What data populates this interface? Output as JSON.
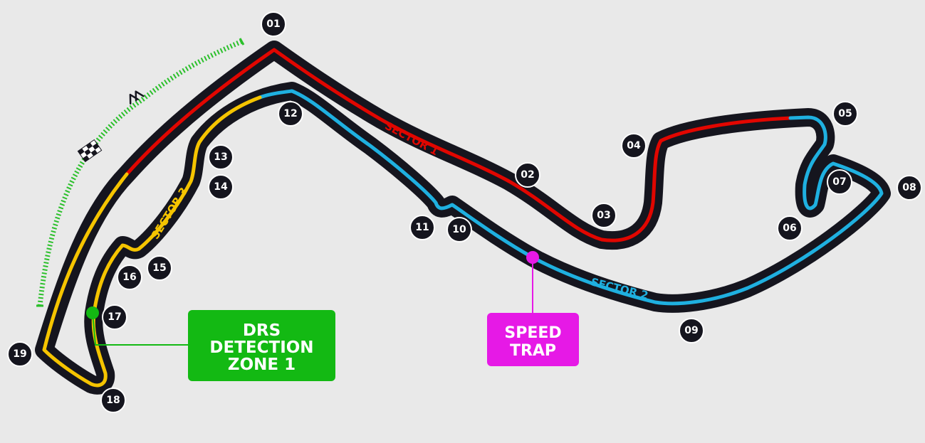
{
  "colors": {
    "background": "#e9e9e9",
    "track": "#15151e",
    "sector1": "#e10600",
    "sector2": "#1fb0e0",
    "sector3": "#f5c400",
    "drs": "#13b913",
    "speed_trap": "#e619e6"
  },
  "icons": [
    "chevron-arrows-icon",
    "checkered-flag-icon"
  ],
  "turns": [
    "01",
    "02",
    "03",
    "04",
    "05",
    "06",
    "07",
    "08",
    "09",
    "10",
    "11",
    "12",
    "13",
    "14",
    "15",
    "16",
    "17",
    "18",
    "19"
  ],
  "sectors": {
    "s1": "SECTOR 1",
    "s2": "SECTOR 2",
    "s3": "SECTOR 3"
  },
  "drs_zone": {
    "lines": [
      "DRS",
      "DETECTION",
      "ZONE 1"
    ]
  },
  "speed_trap": {
    "lines": [
      "SPEED",
      "TRAP"
    ]
  }
}
